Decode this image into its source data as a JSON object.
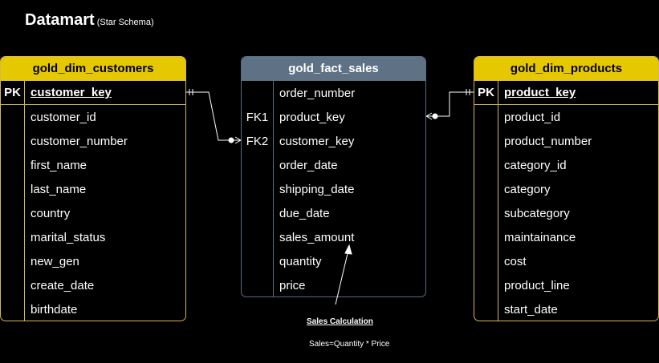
{
  "title": "Datamart",
  "subtitle": "(Star Schema)",
  "customers": {
    "name": "gold_dim_customers",
    "pk_label": "PK",
    "pk_field": "customer_key",
    "fields": [
      "customer_id",
      "customer_number",
      "first_name",
      "last_name",
      "country",
      "marital_status",
      "new_gen",
      "create_date",
      "birthdate"
    ]
  },
  "sales": {
    "name": "gold_fact_sales",
    "rows": [
      {
        "key": "",
        "field": "order_number"
      },
      {
        "key": "FK1",
        "field": "product_key"
      },
      {
        "key": "FK2",
        "field": "customer_key"
      },
      {
        "key": "",
        "field": "order_date"
      },
      {
        "key": "",
        "field": "shipping_date"
      },
      {
        "key": "",
        "field": "due_date"
      },
      {
        "key": "",
        "field": "sales_amount"
      },
      {
        "key": "",
        "field": "quantity"
      },
      {
        "key": "",
        "field": "price"
      }
    ]
  },
  "products": {
    "name": "gold_dim_products",
    "pk_label": "PK",
    "pk_field": "product_key",
    "fields": [
      "product_id",
      "product_number",
      "category_id",
      "category",
      "subcategory",
      "maintainance",
      "cost",
      "product_line",
      "start_date"
    ]
  },
  "note": {
    "title": "Sales Calculation",
    "formula": "Sales=Quantity * Price"
  },
  "colors": {
    "background": "#000000",
    "dimension_header": "#e6c800",
    "fact_header": "#5f7185"
  }
}
